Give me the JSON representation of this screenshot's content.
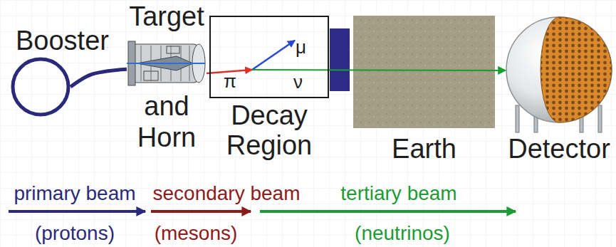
{
  "diagram": {
    "nodes": [
      {
        "text": [
          "Booster"
        ]
      },
      {
        "text": [
          "Target",
          "and Horn"
        ]
      },
      {
        "text": [
          "Decay Region"
        ]
      },
      {
        "text": [
          "π"
        ],
        "in": 2
      },
      {
        "text": [
          "μ"
        ],
        "in": 2
      },
      {
        "text": [
          "Earth"
        ]
      },
      {
        "text": [
          "Detector"
        ]
      }
    ],
    "edges": [
      {
        "from": 0,
        "to": 1,
        "arrow": "none"
      },
      {
        "from": 1,
        "to": 3,
        "arrow": "to"
      },
      {
        "from": 3,
        "to": 4,
        "arrow": "to"
      },
      {
        "from": 3,
        "to": 6,
        "arrow": "to",
        "label": "ν"
      }
    ],
    "labels": [
      "primary beam",
      "(protons)",
      "secondary beam",
      "(mesons)",
      "tertiary beam",
      "(neutrinos)"
    ]
  }
}
